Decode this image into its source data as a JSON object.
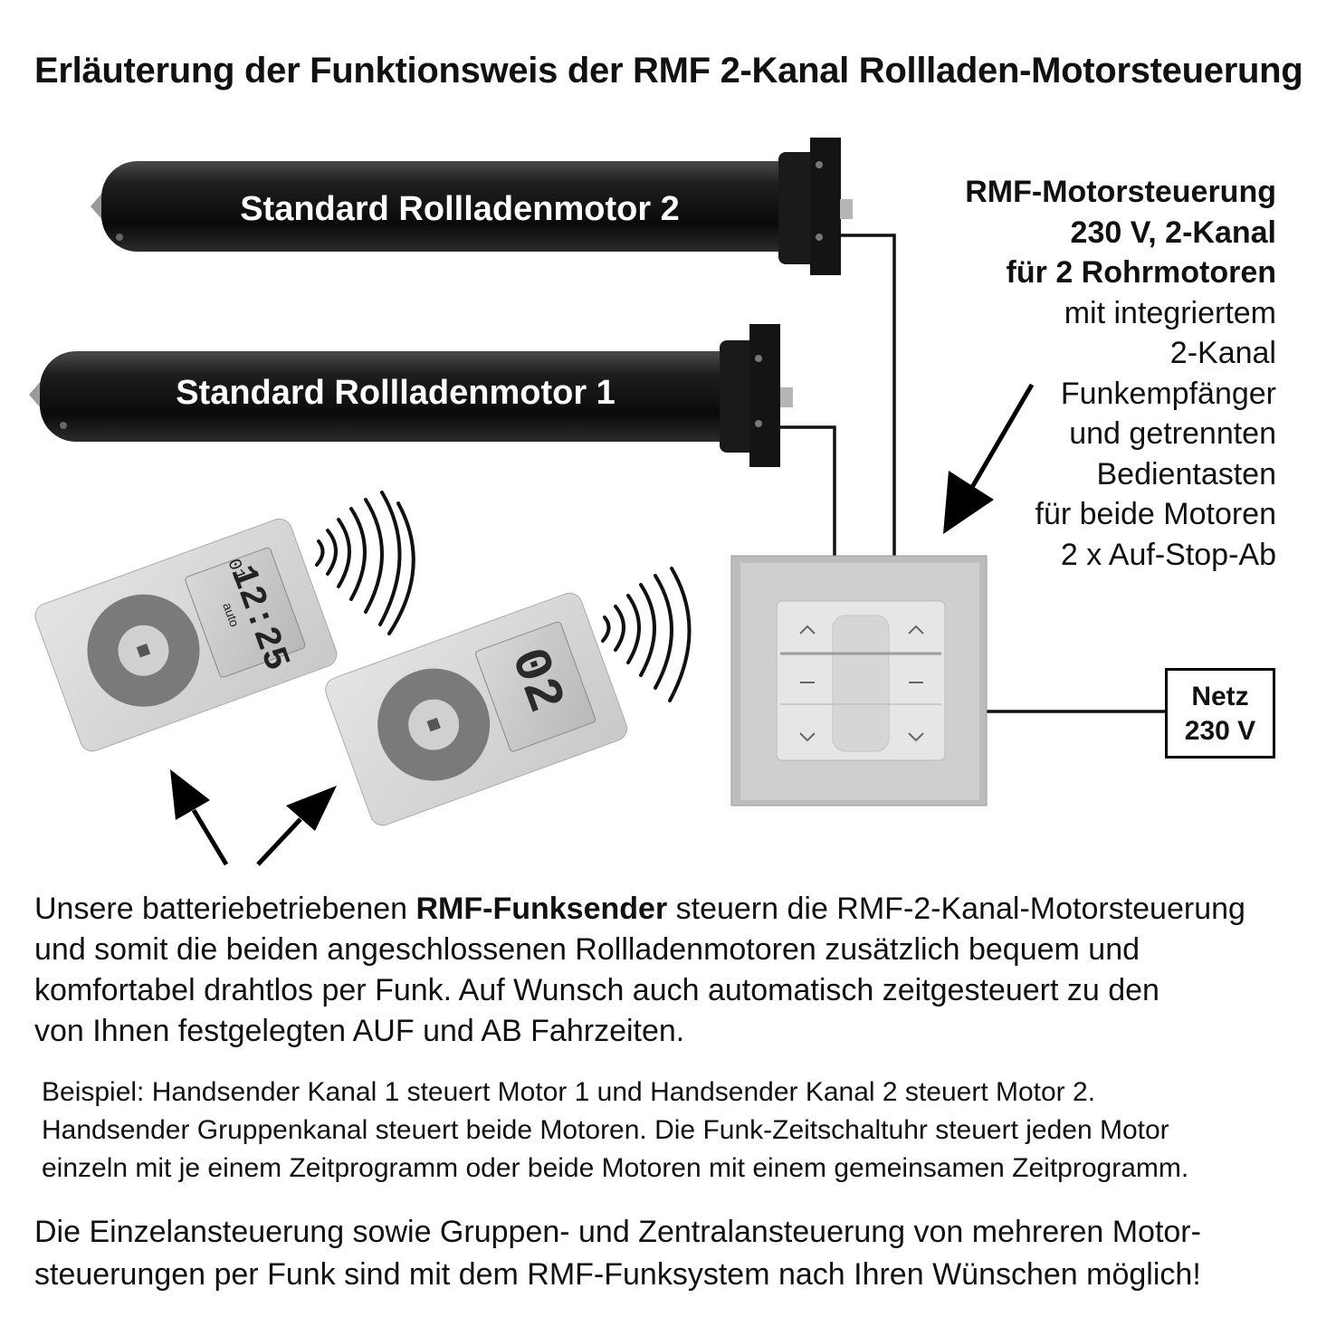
{
  "title": "Erläuterung der Funktionsweis der RMF 2-Kanal Rollladen-Motorsteuerung",
  "motors": [
    {
      "label": "Standard Rollladenmotor 2"
    },
    {
      "label": "Standard Rollladenmotor 1"
    }
  ],
  "controller_description": {
    "bold_lines": [
      "RMF-Motorsteuerung",
      "230 V, 2-Kanal",
      "für 2 Rohrmotoren"
    ],
    "lines": [
      "mit integriertem",
      "2-Kanal",
      "Funkempfänger",
      "und getrennten",
      "Bedientasten",
      "für beide Motoren",
      "2 x Auf-Stop-Ab"
    ]
  },
  "power_box": {
    "line1": "Netz",
    "line2": "230 V"
  },
  "remote_timer": {
    "channel": "01",
    "time": "12:25",
    "mode": "auto"
  },
  "remote_handheld": {
    "channel": "02"
  },
  "paragraph1": {
    "line1_before": "Unsere batteriebetriebenen ",
    "line1_bold": "RMF-Funksender",
    "line1_after": " steuern die RMF-2-Kanal-Motorsteuerung",
    "line2": "und somit die beiden angeschlossenen Rollladenmotoren zusätzlich bequem und",
    "line3": "komfortabel drahtlos per Funk. Auf Wunsch auch automatisch zeitgesteuert zu den",
    "line4": "von Ihnen festgelegten AUF und AB Fahrzeiten."
  },
  "paragraph2": {
    "line1": "Beispiel: Handsender Kanal 1 steuert Motor 1 und Handsender Kanal 2 steuert Motor 2.",
    "line2": "Handsender Gruppenkanal steuert beide Motoren. Die Funk-Zeitschaltuhr steuert jeden Motor",
    "line3": "einzeln mit je einem Zeitprogramm oder beide Motoren mit einem gemeinsamen Zeitprogramm."
  },
  "paragraph3": {
    "line1": "Die Einzelansteuerung sowie Gruppen- und Zentralansteuerung von mehreren Motor-",
    "line2": "steuerungen per Funk sind mit dem RMF-Funksystem nach Ihren Wünschen möglich!"
  }
}
